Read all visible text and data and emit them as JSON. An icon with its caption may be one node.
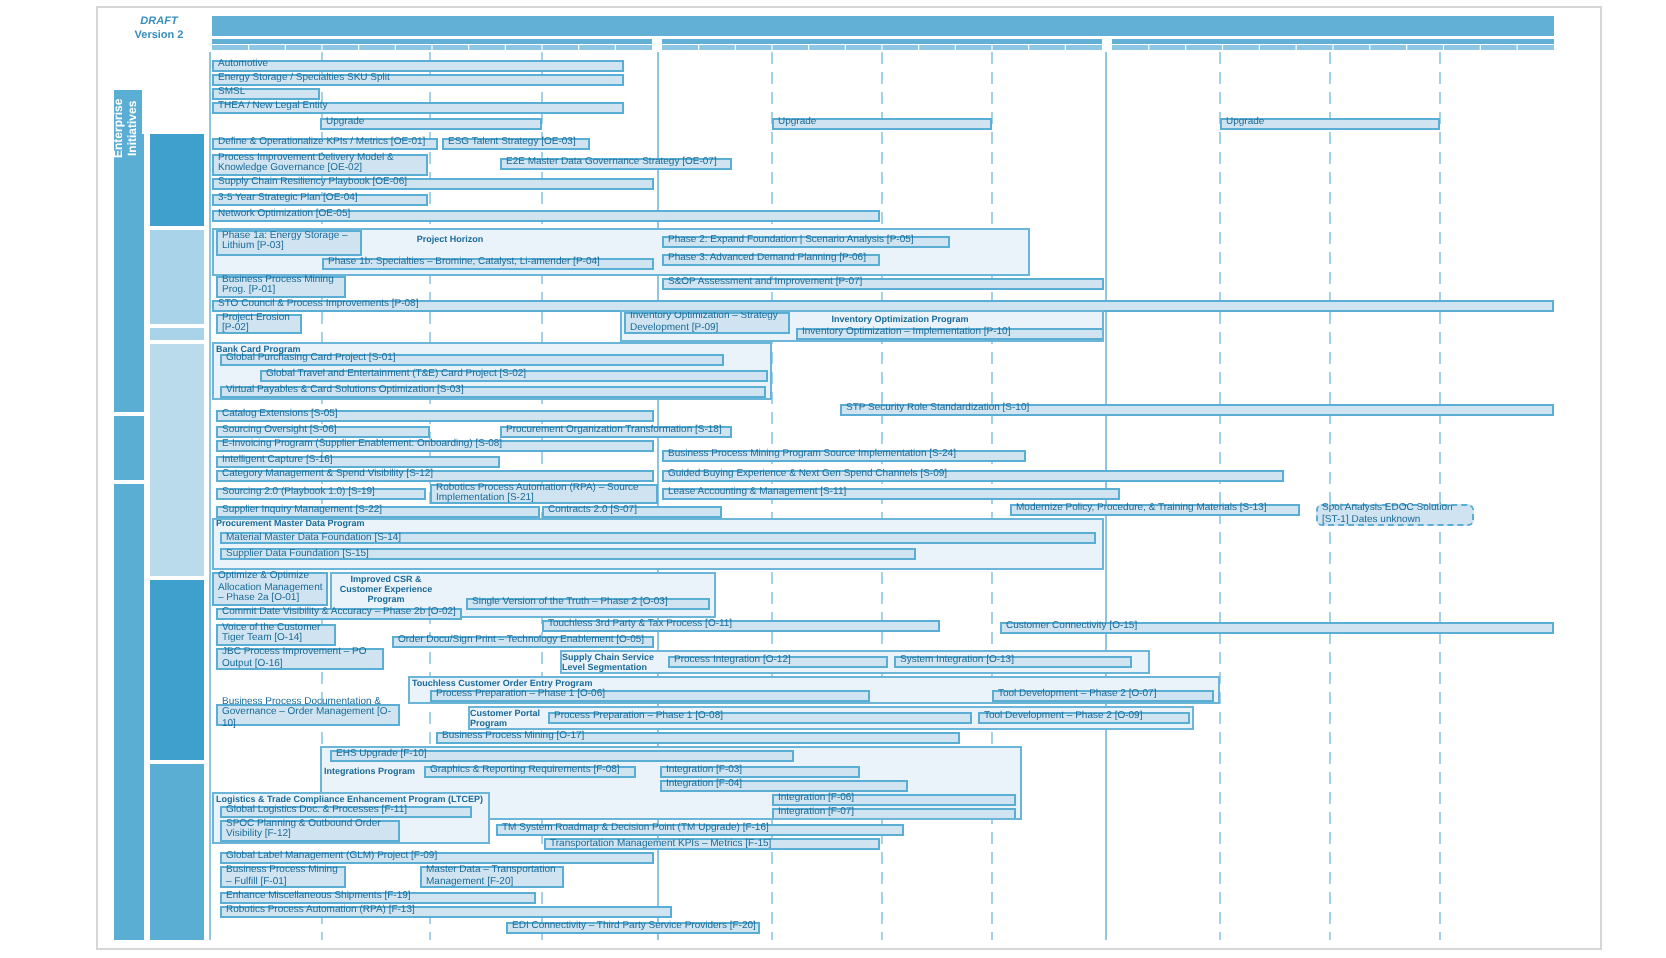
{
  "diagram": {
    "nodes": [
      {
        "text": [
          "Automotive"
        ]
      },
      {
        "text": [
          "Energy Storage / Specialties SKU Split"
        ]
      },
      {
        "text": [
          "SMSL"
        ]
      },
      {
        "text": [
          "THEA / New Legal Entity"
        ]
      },
      {
        "text": [
          "Upgrade"
        ]
      },
      {
        "text": [
          "Upgrade"
        ]
      },
      {
        "text": [
          "Upgrade"
        ]
      },
      {
        "text": [
          "Define & Operationalize KPIs / Metrics [OE-01]"
        ]
      },
      {
        "text": [
          "ESG Talent Strategy [OE-03]"
        ]
      },
      {
        "text": [
          "Process Improvement Delivery Model & Knowledge Governance [OE-02]"
        ]
      },
      {
        "text": [
          "E2E Master Data Governance Strategy [OE-07]"
        ]
      },
      {
        "text": [
          "Supply Chain Resiliency Playbook [OE-06]"
        ]
      },
      {
        "text": [
          "3-5 Year Strategic Plan [OE-04]"
        ]
      },
      {
        "text": [
          "Network Optimization [OE-05]"
        ]
      },
      {
        "text": [
          "Project Horizon"
        ]
      },
      {
        "text": [
          "Phase 1a: Energy Storage – Lithium [P-03]"
        ],
        "in": 14
      },
      {
        "text": [
          "Phase 1b: Specialties – Bromine, Catalyst, Li-amender [P-04]"
        ],
        "in": 14
      },
      {
        "text": [
          "Phase 2: Expand Foundation | Scenario Analysis [P-05]"
        ],
        "in": 14
      },
      {
        "text": [
          "Phase 3: Advanced Demand Planning [P-06]"
        ],
        "in": 14
      },
      {
        "text": [
          "Business Process Mining Prog. [P-01]"
        ]
      },
      {
        "text": [
          "S&OP Assessment and Improvement [P-07]"
        ]
      },
      {
        "text": [
          "STO Council & Process Improvements [P-08]"
        ]
      },
      {
        "text": [
          "Project Erosion [P-02]"
        ]
      },
      {
        "text": [
          "Inventory Optimization Program"
        ]
      },
      {
        "text": [
          "Inventory Optimization – Strategy Development [P-09]"
        ],
        "in": 23
      },
      {
        "text": [
          "Inventory Optimization – Implementation [P-10]"
        ],
        "in": 23
      },
      {
        "text": [
          "Bank Card Program"
        ]
      },
      {
        "text": [
          "Global Purchasing Card Project [S-01]"
        ],
        "in": 26
      },
      {
        "text": [
          "Global Travel and Entertainment (T&E) Card Project [S-02]"
        ],
        "in": 26
      },
      {
        "text": [
          "Virtual Payables & Card Solutions Optimization [S-03]"
        ],
        "in": 26
      },
      {
        "text": [
          "STP Security Role Standardization [S-10]"
        ]
      },
      {
        "text": [
          "Catalog Extensions [S-05]"
        ]
      },
      {
        "text": [
          "Sourcing Oversight [S-06]"
        ]
      },
      {
        "text": [
          "Procurement Organization Transformation [S-18]"
        ]
      },
      {
        "text": [
          "E-Invoicing Program (Supplier Enablement: Onboarding) [S-08]"
        ]
      },
      {
        "text": [
          "Business Process Mining Program Source Implementation [S-24]"
        ]
      },
      {
        "text": [
          "Intelligent Capture [S-16]"
        ]
      },
      {
        "text": [
          "Category Management & Spend Visibility [S-12]"
        ]
      },
      {
        "text": [
          "Guided Buying Experience & Next Gen Spend Channels [S-09]"
        ]
      },
      {
        "text": [
          "Sourcing 2.0 (Playbook 1.0) [S-19]"
        ]
      },
      {
        "text": [
          "Robotics Process Automation (RPA) – Source Implementation [S-21]"
        ]
      },
      {
        "text": [
          "Lease Accounting & Management [S-11]"
        ]
      },
      {
        "text": [
          "Supplier Inquiry Management [S-22]"
        ]
      },
      {
        "text": [
          "Contracts 2.0 [S-07]"
        ]
      },
      {
        "text": [
          "Modernize Policy, Procedure, & Training Materials [S-13]"
        ]
      },
      {
        "text": [
          "Spot Analysis EDOC Solution [ST-1] Dates unknown"
        ]
      },
      {
        "text": [
          "Procurement Master Data Program"
        ]
      },
      {
        "text": [
          "Material Master Data Foundation [S-14]"
        ],
        "in": 46
      },
      {
        "text": [
          "Supplier Data Foundation [S-15]"
        ],
        "in": 46
      },
      {
        "text": [
          "Optimize & Optimize Allocation Management – Phase 2a [O-01]"
        ]
      },
      {
        "text": [
          "Improved CSR & Customer Experience Program"
        ]
      },
      {
        "text": [
          "Single Version of the Truth – Phase 2 [O-03]"
        ],
        "in": 50
      },
      {
        "text": [
          "Commit Date Visibility & Accuracy – Phase 2b [O-02]"
        ]
      },
      {
        "text": [
          "Voice of the Customer Tiger Team [O-14]"
        ]
      },
      {
        "text": [
          "Touchless 3rd Party & Tax Process [O-11]"
        ]
      },
      {
        "text": [
          "Customer Connectivity [O-15]"
        ]
      },
      {
        "text": [
          "Order Docu/Sign Print – Technology Enablement [O-05]"
        ]
      },
      {
        "text": [
          "JBC Process Improvement – PO Output [O-16]"
        ]
      },
      {
        "text": [
          "Supply Chain Service Level Segmentation"
        ]
      },
      {
        "text": [
          "Process Integration [O-12]"
        ],
        "in": 58
      },
      {
        "text": [
          "System Integration [O-13]"
        ],
        "in": 58
      },
      {
        "text": [
          "Touchless Customer Order Entry Program"
        ]
      },
      {
        "text": [
          "Process Preparation – Phase 1 [O-06]"
        ],
        "in": 61
      },
      {
        "text": [
          "Tool Development – Phase 2 [O-07]"
        ],
        "in": 61
      },
      {
        "text": [
          "Business Process Documentation & Governance – Order Management [O-10]"
        ]
      },
      {
        "text": [
          "Customer Portal Program"
        ]
      },
      {
        "text": [
          "Process Preparation – Phase 1 [O-08]"
        ],
        "in": 65
      },
      {
        "text": [
          "Tool Development – Phase 2 [O-09]"
        ],
        "in": 65
      },
      {
        "text": [
          "Business Process Mining [O-17]"
        ]
      },
      {
        "text": [
          "Integrations Program"
        ]
      },
      {
        "text": [
          "EHS Upgrade [F-10]"
        ],
        "in": 69
      },
      {
        "text": [
          "Graphics & Reporting Requirements [F-08]"
        ],
        "in": 69
      },
      {
        "text": [
          "Integration [F-03]"
        ],
        "in": 69
      },
      {
        "text": [
          "Integration [F-04]"
        ],
        "in": 69
      },
      {
        "text": [
          "Integration [F-06]"
        ],
        "in": 69
      },
      {
        "text": [
          "Integration [F-07]"
        ],
        "in": 69
      },
      {
        "text": [
          "Logistics & Trade Compliance Enhancement Program (LTCEP)"
        ]
      },
      {
        "text": [
          "Global Logistics Doc. & Processes [F-11]"
        ],
        "in": 76
      },
      {
        "text": [
          "SPOC Planning & Outbound Order Visibility [F-12]"
        ],
        "in": 76
      },
      {
        "text": [
          "TM System Roadmap & Decision Point (TM Upgrade) [F-16]"
        ]
      },
      {
        "text": [
          "Transportation Management KPIs – Metrics [F-15]"
        ]
      },
      {
        "text": [
          "Global Label Management (GLM) Project [F-09]"
        ]
      },
      {
        "text": [
          "Business Process Mining – Fulfill [F-01]"
        ]
      },
      {
        "text": [
          "Master Data – Transportation Management [F-20]"
        ]
      },
      {
        "text": [
          "Enhance Miscellaneous Shipments [F-19]"
        ]
      },
      {
        "text": [
          "Robotics Process Automation (RPA) [F-13]"
        ]
      },
      {
        "text": [
          "EDI Connectivity – Third Party Service Providers [F-20]"
        ]
      },
      {
        "text": [
          "Enterprise Initiatives"
        ]
      }
    ],
    "labels": [
      "DRAFT",
      "Version 2"
    ]
  }
}
